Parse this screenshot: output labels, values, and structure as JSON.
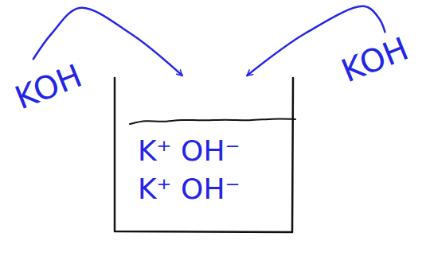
{
  "diagram": {
    "nodes": [
      {
        "text": [
          "KOH"
        ]
      },
      {
        "text": [
          "K⁺ OH⁻",
          "K⁺ OH⁻"
        ]
      },
      {
        "text": [
          "KOH"
        ]
      }
    ],
    "edges": [
      {
        "from": 0,
        "to": 1,
        "arrow": "to"
      },
      {
        "from": 2,
        "to": 1,
        "arrow": "to"
      }
    ]
  }
}
